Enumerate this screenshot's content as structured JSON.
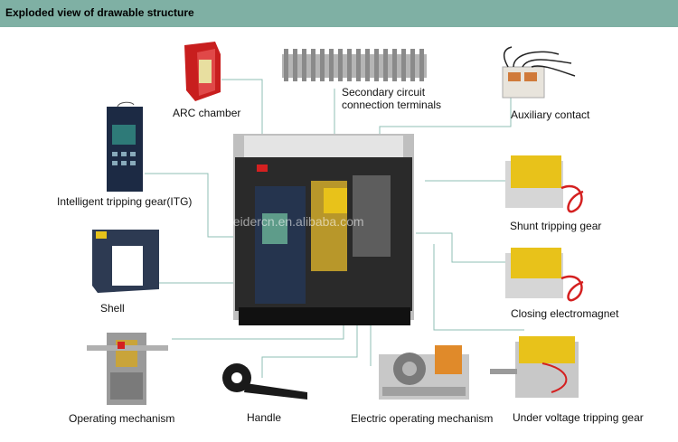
{
  "header": {
    "title": "Exploded view of drawable structure"
  },
  "colors": {
    "header": "#7fb0a4",
    "leader_line": "#8fbfb4",
    "arc_chamber": "#c81e1e",
    "itg_body": "#1c2a44",
    "coil_yellow": "#e8c21a",
    "wire_red": "#d42020",
    "handle": "#1a1a1a",
    "breaker_gray": "#bfbfbf"
  },
  "watermark": "neidercn.en.alibaba.com",
  "parts": {
    "arc_chamber": "ARC chamber",
    "secondary_terminals_line1": "Secondary circuit",
    "secondary_terminals_line2": "connection terminals",
    "auxiliary_contact": "Auxiliary contact",
    "itg": "Intelligent tripping gear(ITG)",
    "shunt_tripping_gear": "Shunt tripping gear",
    "shell": "Shell",
    "closing_electromagnet": "Closing electromagnet",
    "operating_mechanism": "Operating mechanism",
    "handle": "Handle",
    "electric_operating_mechanism": "Electric operating mechanism",
    "under_voltage_tripping_gear": "Under voltage tripping gear"
  },
  "icons": [
    "arc-chamber-icon",
    "terminal-block-icon",
    "auxiliary-contact-icon",
    "itg-unit-icon",
    "shunt-coil-icon",
    "shell-icon",
    "closing-coil-icon",
    "operating-mechanism-icon",
    "handle-icon",
    "electric-operator-icon",
    "undervoltage-coil-icon",
    "breaker-assembly-icon"
  ]
}
